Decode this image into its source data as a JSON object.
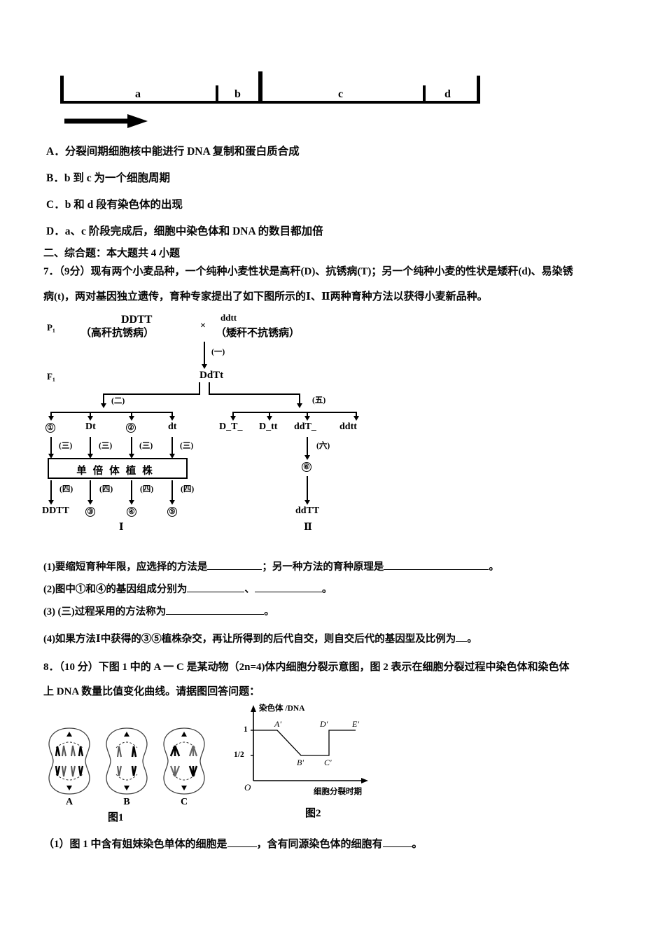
{
  "cycle_ruler": {
    "segments": [
      {
        "label": "a"
      },
      {
        "label": "b"
      },
      {
        "label": "c"
      },
      {
        "label": "d"
      }
    ]
  },
  "options": [
    "A．分裂间期细胞核中能进行 DNA 复制和蛋白质合成",
    "B．b 到 c 为一个细胞周期",
    "C．b 和 d 段有染色体的出现",
    "D．a、c 阶段完成后，细胞中染色体和 DNA 的数目都加倍"
  ],
  "section_heading": "二、综合题：本大题共 4 小题",
  "q7": {
    "number": "7．",
    "score": "（9分）",
    "stem_line1": "现有两个小麦品种，一个纯种小麦性状是高秆(D)、抗锈病(T)；另一个纯种小麦的性状是矮秆(d)、易染锈",
    "stem_line2": "病(t)，两对基因独立遗传，育种专家提出了如下图所示的Ⅰ、Ⅱ两种育种方法以获得小麦新品种。",
    "figure": {
      "row_labels": {
        "p1": "P₁",
        "f1": "F₁"
      },
      "parents": {
        "left_genotype": "DDTT",
        "left_phenotype": "（高秆抗锈病）",
        "cross_symbol": "×",
        "right_genotype": "ddtt",
        "right_phenotype": "（矮秆不抗锈病）"
      },
      "f1_genotype": "DdTt",
      "steps": {
        "s1": "(一)",
        "s2": "(二)",
        "s3": "(三)",
        "s4": "(四)",
        "s5": "(五)",
        "s6": "(六)"
      },
      "gametes": [
        "①",
        "Dt",
        "②",
        "dt"
      ],
      "f2": [
        "D_T_",
        "D_tt",
        "ddT_",
        "ddtt"
      ],
      "haploid_box": "单倍体植株",
      "results_left": [
        "DDTT",
        "③",
        "④",
        "⑤"
      ],
      "method2_circle": "⑥",
      "method2_result": "ddTT",
      "method_labels": {
        "left": "Ⅰ",
        "right": "Ⅱ"
      }
    },
    "sub": [
      {
        "prefix": "(1)",
        "before": "要缩短育种年限，应选择的方法是",
        "mid": "；另一种方法的育种原理是",
        "after": "。"
      },
      {
        "prefix": "(2)",
        "before": "图中①和④的基因组成分别为",
        "mid": "、",
        "after": "。"
      },
      {
        "prefix": "(3)",
        "before": " (三)过程采用的方法称为",
        "mid": "",
        "after": "。"
      },
      {
        "prefix": "(4)",
        "before": "如果方法Ⅰ中获得的③⑤植株杂交，再让所得到的后代自交，则自交后代的基因型及比例为",
        "mid": "",
        "after": "。"
      }
    ]
  },
  "q8": {
    "number": "8．",
    "score": "（10 分）",
    "stem_line1": "下图 1 中的 A 一 C 是某动物（2n=4)体内细胞分裂示意图，图 2 表示在细胞分裂过程中染色体和染色体",
    "stem_line2": "上 DNA 数量比值变化曲线。请据图回答问题：",
    "fig1": {
      "caption": "图1",
      "cells": [
        {
          "label": "A"
        },
        {
          "label": "B"
        },
        {
          "label": "C"
        }
      ]
    },
    "sub": [
      {
        "prefix": "（1）",
        "before": "图 1 中含有姐妹染色单体的细胞是",
        "mid": "，含有同源染色体的细胞有",
        "after": "。"
      }
    ]
  },
  "chart_data": {
    "type": "line",
    "title": "图2",
    "ylabel": "染色体 /DNA",
    "xlabel": "细胞分裂时期",
    "origin_label": "O",
    "ytick_labels": [
      "1",
      "1/2"
    ],
    "ytick_values": [
      1,
      0.5
    ],
    "ylim": [
      0,
      1.25
    ],
    "xlim": [
      0,
      10
    ],
    "grid": false,
    "legend": false,
    "x": [
      0,
      2.2,
      4.3,
      7.1,
      7.1,
      9.4
    ],
    "y": [
      1,
      1,
      0.5,
      0.5,
      1,
      1
    ],
    "annotations": [
      {
        "label": "A'",
        "x": 2.2,
        "y": 1
      },
      {
        "label": "B'",
        "x": 4.3,
        "y": 0.5
      },
      {
        "label": "C'",
        "x": 7.1,
        "y": 0.5
      },
      {
        "label": "D'",
        "x": 7.1,
        "y": 1
      },
      {
        "label": "E'",
        "x": 9.4,
        "y": 1
      }
    ]
  }
}
